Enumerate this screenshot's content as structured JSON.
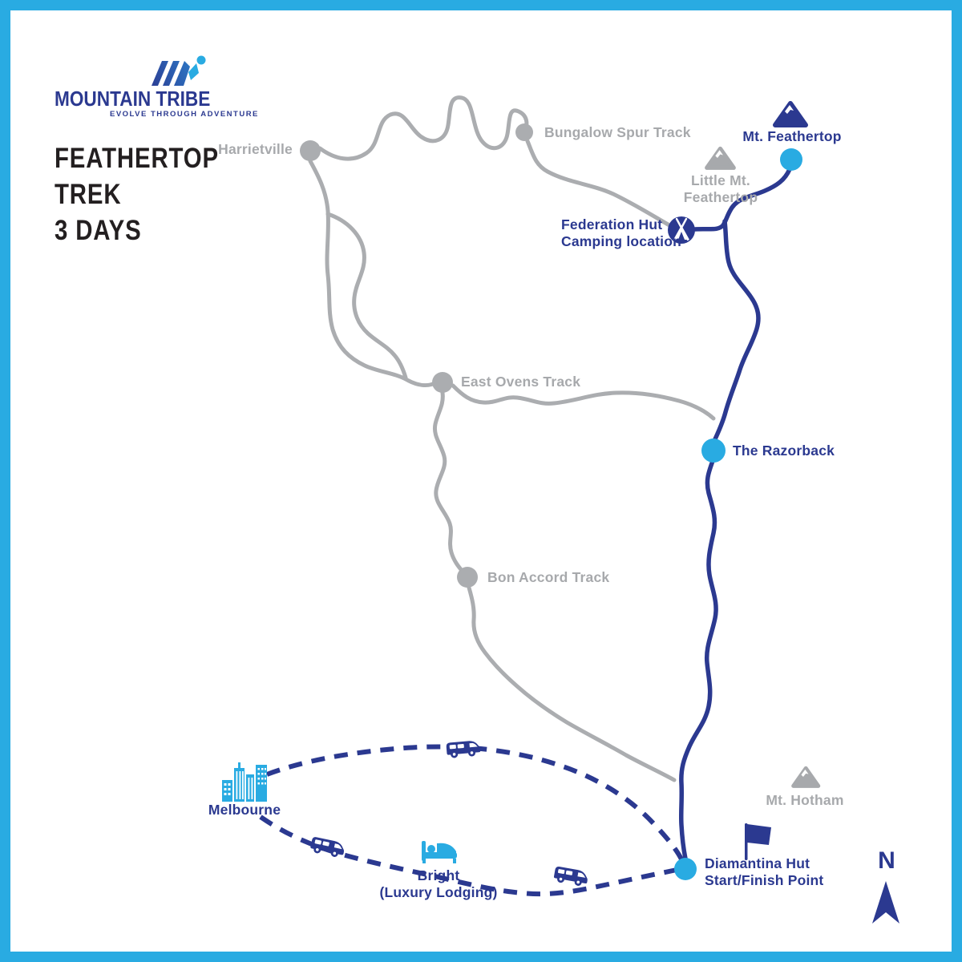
{
  "poster": {
    "title_lines": [
      "FEATHERTOP",
      "TREK",
      "3 DAYS"
    ]
  },
  "logo": {
    "brand": "MOUNTAIN TRIBE",
    "tagline": "EVOLVE THROUGH ADVENTURE"
  },
  "colors": {
    "navy": "#2B3990",
    "cyan": "#29ABE2",
    "gray_track": "#ABADB0",
    "gray_label": "#A7A9AC",
    "title_ink": "#231F20"
  },
  "compass": {
    "north": "N"
  },
  "locations": {
    "harrietville": {
      "label": "Harrietville"
    },
    "bungalow_spur": {
      "label": "Bungalow Spur Track"
    },
    "mt_feathertop": {
      "label": "Mt. Feathertop"
    },
    "little_mt_feathertop": {
      "line1": "Little Mt.",
      "line2": "Feathertop"
    },
    "federation_hut": {
      "line1": "Federation Hut",
      "line2": "Camping location"
    },
    "east_ovens": {
      "label": "East Ovens Track"
    },
    "razorback": {
      "label": "The Razorback"
    },
    "bon_accord": {
      "label": "Bon Accord Track"
    },
    "mt_hotham": {
      "label": "Mt. Hotham"
    },
    "melbourne": {
      "label": "Melbourne"
    },
    "bright": {
      "line1": "Bright",
      "line2": "(Luxury Lodging)"
    },
    "diamantina": {
      "line1": "Diamantina Hut",
      "line2": "Start/Finish Point"
    }
  },
  "icons": {
    "summit": "mountain-icon",
    "camp": "tent-icon",
    "finish": "finish-flag-icon",
    "transfer": "shuttle-van-icon",
    "lodging": "bed-icon",
    "city": "city-skyline-icon",
    "north": "north-arrow-icon",
    "brand_mark": "mountain-tribe-logo-icon"
  }
}
